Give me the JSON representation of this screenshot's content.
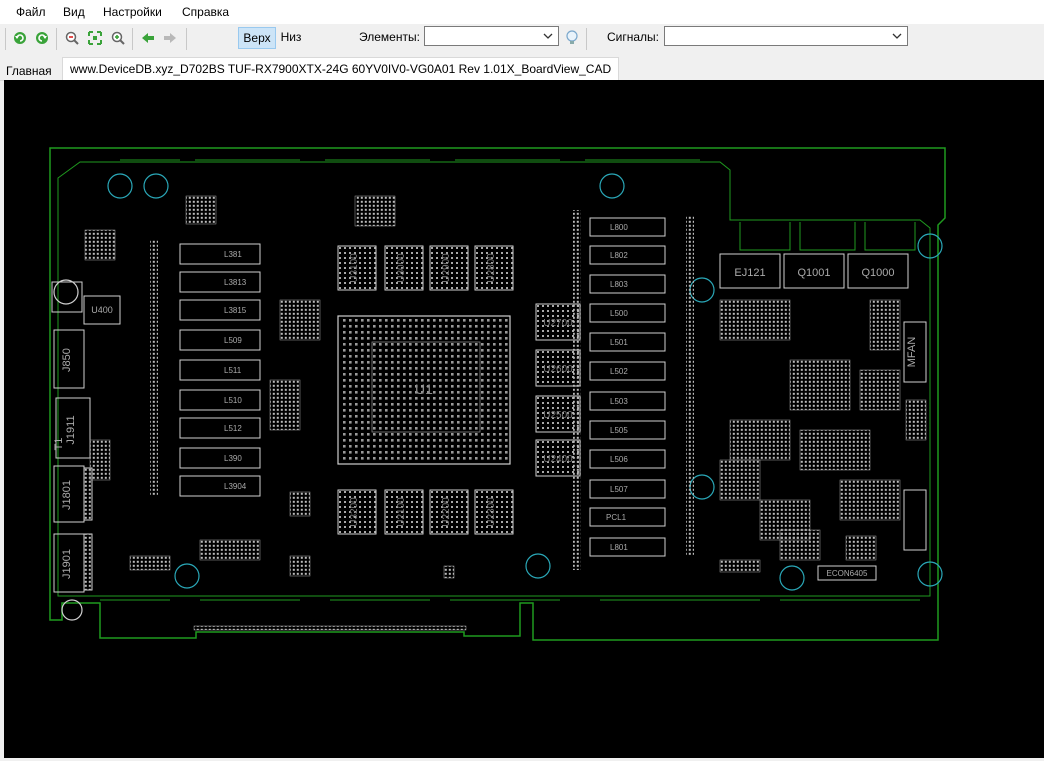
{
  "menu": {
    "file": "Файл",
    "view": "Вид",
    "settings": "Настройки",
    "help": "Справка"
  },
  "toolbar": {
    "side_top": "Верх",
    "side_bottom": "Низ",
    "elements_label": "Элементы:",
    "elements_value": "",
    "signals_label": "Сигналы:",
    "signals_value": ""
  },
  "tabs": {
    "home": "Главная",
    "document": "www.DeviceDB.xyz_D702BS TUF-RX7900XTX-24G 60YV0IV0-VG0A01 Rev 1.01X_BoardView_CAD"
  },
  "board": {
    "outline_color": "#1f9a1f",
    "trace_color": "#cfcfcf",
    "hole_color": "#2aa8b8",
    "gpu_label": "U1",
    "memory_chips_top": [
      "U3100",
      "U3000",
      "U2900",
      "U2800"
    ],
    "memory_chips_bottom": [
      "U3200",
      "U2100",
      "U2200",
      "U2300"
    ],
    "memory_chips_right": [
      "U2700",
      "U2600",
      "U2500",
      "U2400"
    ],
    "left_connectors": [
      "J850",
      "J1911",
      "J1801",
      "J1901"
    ],
    "left_labels": [
      "U400",
      "T1"
    ],
    "left_inductors": [
      "L381",
      "L3813",
      "L3815",
      "L509",
      "L511",
      "L510",
      "L512",
      "L390",
      "L3904"
    ],
    "right_inductors": [
      "L800",
      "L802",
      "L803",
      "L500",
      "L501",
      "L502",
      "L503",
      "L505",
      "L506",
      "L507",
      "PCL1",
      "L801"
    ],
    "top_right_connectors": [
      "EJ121",
      "Q1001",
      "Q1000"
    ],
    "fan_label": "MFAN",
    "bottom_right_label": "ECON6405"
  }
}
